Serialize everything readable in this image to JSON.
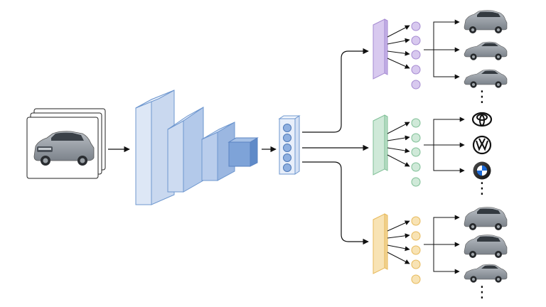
{
  "diagram": {
    "input_image": {
      "icon": "car-photo-icon",
      "stack_count": 3
    },
    "backbone": {
      "layers": 4,
      "color": "#6e97cf"
    },
    "feature_vector": {
      "nodes": 5,
      "color": "#6e97cf"
    },
    "heads": [
      {
        "name": "head-top",
        "color": "#a58ad1",
        "fill": "#d8c9ef",
        "nodes": 5,
        "outputs": [
          {
            "icon": "car-suv-icon"
          },
          {
            "icon": "car-sedan-icon"
          },
          {
            "icon": "car-sedan-icon"
          }
        ],
        "ellipsis": "⋮"
      },
      {
        "name": "head-middle",
        "color": "#7fbf96",
        "fill": "#cfe9d8",
        "nodes": 5,
        "outputs": [
          {
            "icon": "toyota-logo-icon"
          },
          {
            "icon": "volkswagen-logo-icon"
          },
          {
            "icon": "bmw-logo-icon"
          }
        ],
        "ellipsis": "⋮"
      },
      {
        "name": "head-bottom",
        "color": "#e7b95a",
        "fill": "#f8e3b4",
        "nodes": 5,
        "outputs": [
          {
            "icon": "car-suv-icon"
          },
          {
            "icon": "car-suv-icon"
          },
          {
            "icon": "car-sedan-icon"
          }
        ],
        "ellipsis": "⋮"
      }
    ]
  }
}
